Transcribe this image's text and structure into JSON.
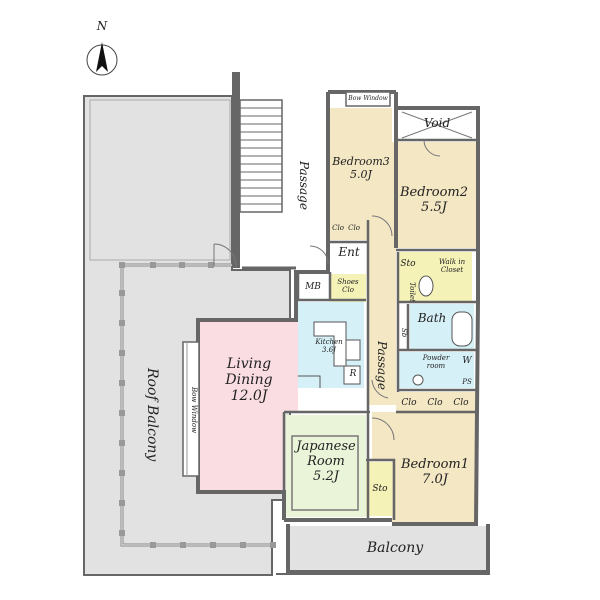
{
  "compass": {
    "label": "N"
  },
  "rooms": {
    "bedroom3": {
      "name": "Bedroom3",
      "size": "5.0J",
      "window": "Bow Window"
    },
    "bedroom2": {
      "name": "Bedroom2",
      "size": "5.5J"
    },
    "bedroom1": {
      "name": "Bedroom1",
      "size": "7.0J"
    },
    "living": {
      "name1": "Living",
      "name2": "Dining",
      "size": "12.0J",
      "window": "Bow Window"
    },
    "japanese": {
      "name1": "Japanese",
      "name2": "Room",
      "size": "5.2J"
    },
    "kitchen": {
      "name": "Kitchen",
      "size": "3.6J"
    },
    "void": "Void",
    "entrance": "Ent",
    "mb": "MB",
    "shoes": {
      "l1": "Shoes",
      "l2": "Clo"
    },
    "walkin": {
      "l1": "Walk in",
      "l2": "Closet"
    },
    "toilet": "Toilet",
    "bath": "Bath",
    "powder": {
      "l1": "Powder",
      "l2": "room"
    },
    "w": "W",
    "ps": "PS",
    "sto": "Sto",
    "sto_small": "Sto",
    "sto_jp": "Sto",
    "clo": "Clo",
    "r": "R",
    "sb": "Sb"
  },
  "areas": {
    "passage": "Passage",
    "roof_balcony": "Roof Balcony",
    "balcony": "Balcony"
  },
  "colors": {
    "wall": "#666666",
    "roof": "#e2e2e2",
    "bedroom": "#f3e7c4",
    "living": "#f9dde3",
    "kitchen": "#d6f0f7",
    "japanese": "#eaf4d8",
    "utility": "#f5f2b8",
    "wet": "#d6f0f7",
    "balcony": "#e2e2e2",
    "void": "#ffffff"
  }
}
